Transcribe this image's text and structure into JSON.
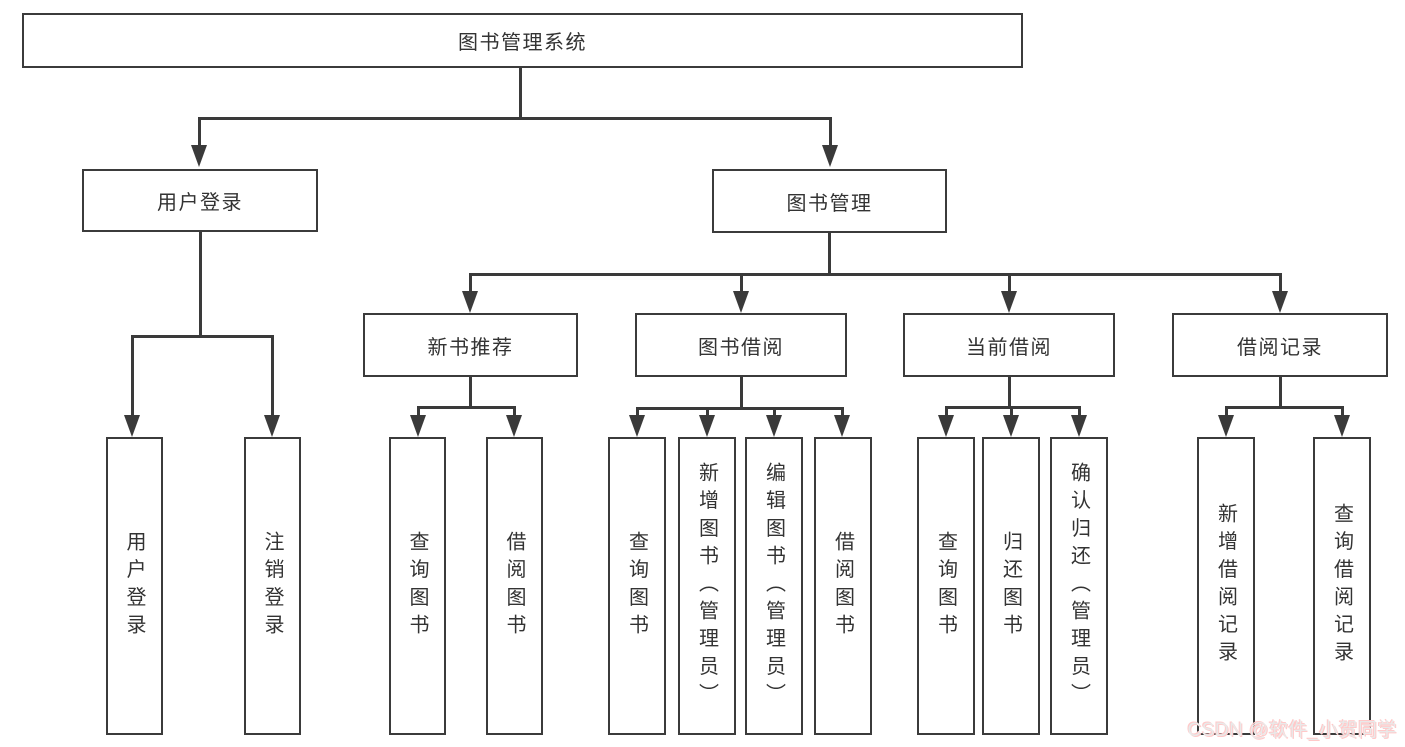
{
  "diagram": {
    "root": {
      "label": "图书管理系统"
    },
    "level2": [
      {
        "label": "用户登录"
      },
      {
        "label": "图书管理"
      }
    ],
    "level3": [
      {
        "label": "新书推荐"
      },
      {
        "label": "图书借阅"
      },
      {
        "label": "当前借阅"
      },
      {
        "label": "借阅记录"
      }
    ],
    "leaves": {
      "user_login": [
        {
          "label": "用户登录"
        },
        {
          "label": "注销登录"
        }
      ],
      "new_book_recommend": [
        {
          "label": "查询图书"
        },
        {
          "label": "借阅图书"
        }
      ],
      "book_borrow": [
        {
          "label": "查询图书"
        },
        {
          "label": "新增图书（管理员）"
        },
        {
          "label": "编辑图书（管理员）"
        },
        {
          "label": "借阅图书"
        }
      ],
      "current_borrow": [
        {
          "label": "查询图书"
        },
        {
          "label": "归还图书"
        },
        {
          "label": "确认归还（管理员）"
        }
      ],
      "borrow_records": [
        {
          "label": "新增借阅记录"
        },
        {
          "label": "查询借阅记录"
        }
      ]
    }
  },
  "watermark": {
    "text": "CSDN @软件_小贺同学"
  },
  "colors": {
    "line": "#3a3a3a",
    "box_border": "#3b3b3b",
    "text": "#333333",
    "background": "#ffffff",
    "watermark_text": "#e9e9e9",
    "watermark_shadow": "#ffc9c9"
  }
}
